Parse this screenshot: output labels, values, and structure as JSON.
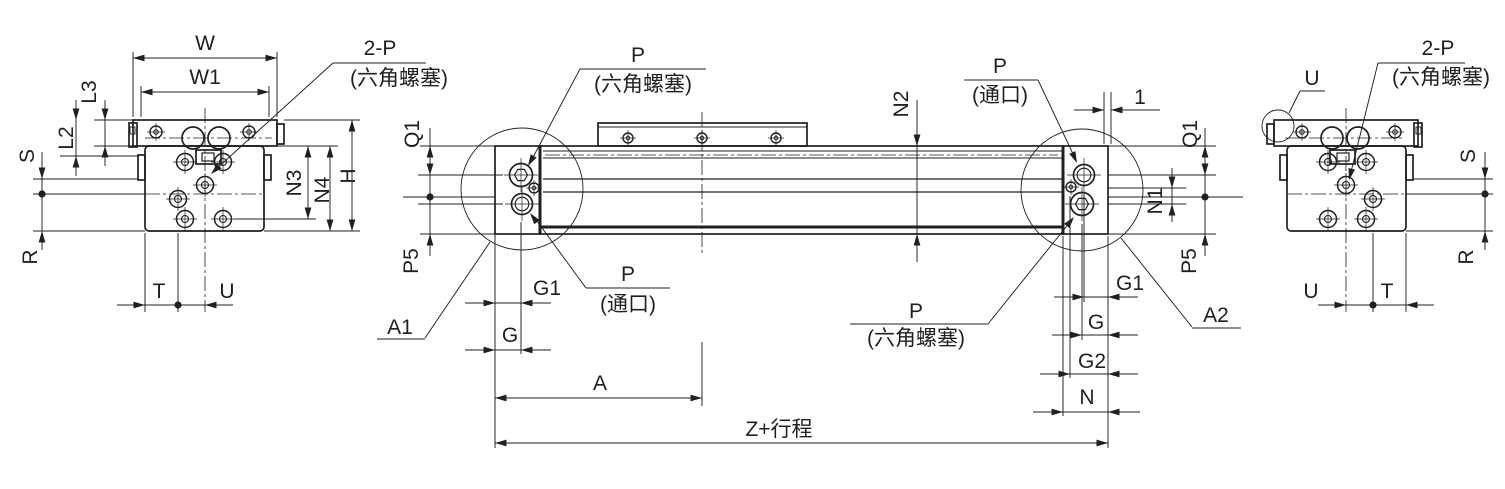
{
  "drawing": {
    "kind": "engineering-dimension-drawing",
    "colors": {
      "line": "#231f20",
      "background": "#ffffff"
    }
  },
  "labels": {
    "left": {
      "w": "W",
      "w1": "W1",
      "l3": "L3",
      "l2": "L2",
      "s": "S",
      "r": "R",
      "n3": "N3",
      "n4": "N4",
      "h": "H",
      "t": "T",
      "u": "U",
      "two_p": "2-P",
      "hex_plug": "(六角螺塞)"
    },
    "center": {
      "p": "P",
      "hex_plug": "(六角螺塞)",
      "port": "(通口)",
      "q1": "Q1",
      "p5": "P5",
      "a1": "A1",
      "a2": "A2",
      "g": "G",
      "g1": "G1",
      "g2": "G2",
      "n": "N",
      "n1": "N1",
      "n2": "N2",
      "a": "A",
      "one": "1",
      "z_stroke": "Z+行程"
    },
    "right": {
      "u": "U",
      "two_p": "2-P",
      "hex_plug": "(六角螺塞)",
      "s": "S",
      "r": "R",
      "t": "T"
    }
  }
}
